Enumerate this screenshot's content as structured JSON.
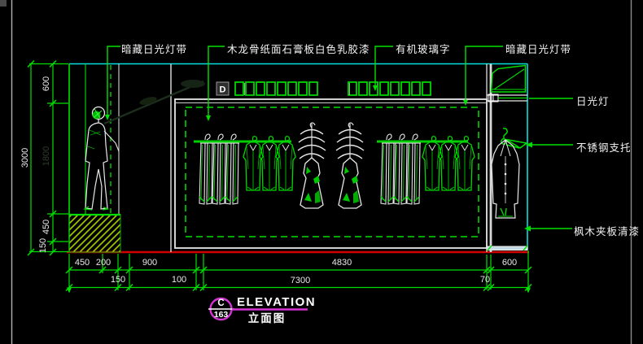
{
  "colors": {
    "line_green": "#00df00",
    "ceiling_cyan": "#00e0e0",
    "floor_red": "#d40000",
    "title_magenta": "#d633d6",
    "hatch_yellow_green": "#a8cc00",
    "white_line": "#e8e8e8"
  },
  "callouts": {
    "top": [
      "暗藏日光灯带",
      "木龙骨纸面石膏板白色乳胶漆",
      "有机玻璃字",
      "暗藏日光灯带"
    ],
    "right": [
      "日光灯",
      "不锈钢支托",
      "枫木夹板清漆"
    ]
  },
  "dimensions": {
    "left_total": "3000",
    "left_chain": [
      "600",
      "1800",
      "450",
      "150"
    ],
    "bottom_primary": [
      "450",
      "200",
      "900",
      "4830",
      "600"
    ],
    "bottom_secondary": [
      "150",
      "100",
      "7300",
      "70"
    ]
  },
  "logo_text": "D",
  "title_block": {
    "detail_letter": "C",
    "detail_number": "163",
    "title_en": "ELEVATION",
    "title_zh": "立面图"
  }
}
